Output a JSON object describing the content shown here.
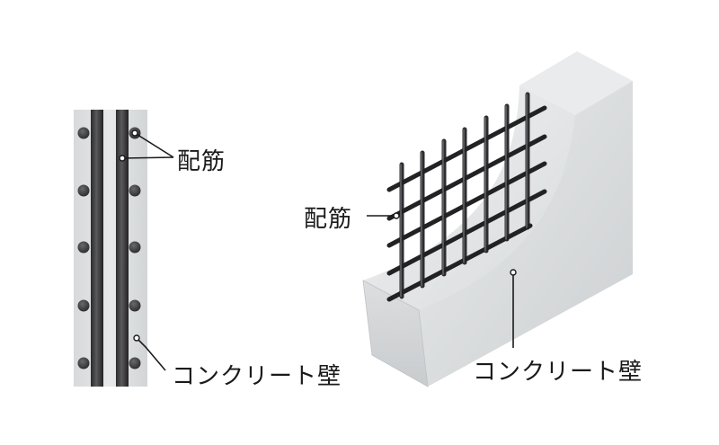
{
  "labels": {
    "left_rebar": "配筋",
    "left_wall": "コンクリート壁",
    "right_rebar": "配筋",
    "right_wall": "コンクリート壁"
  },
  "colors": {
    "background": "#ffffff",
    "concrete_light": "#e4e6e7",
    "concrete_mid": "#cfd2d4",
    "concrete_dark": "#b9bdc0",
    "rebar": "#3a3a3c",
    "rebar_dark": "#1f1f21",
    "leader_line": "#1a1a1a"
  }
}
